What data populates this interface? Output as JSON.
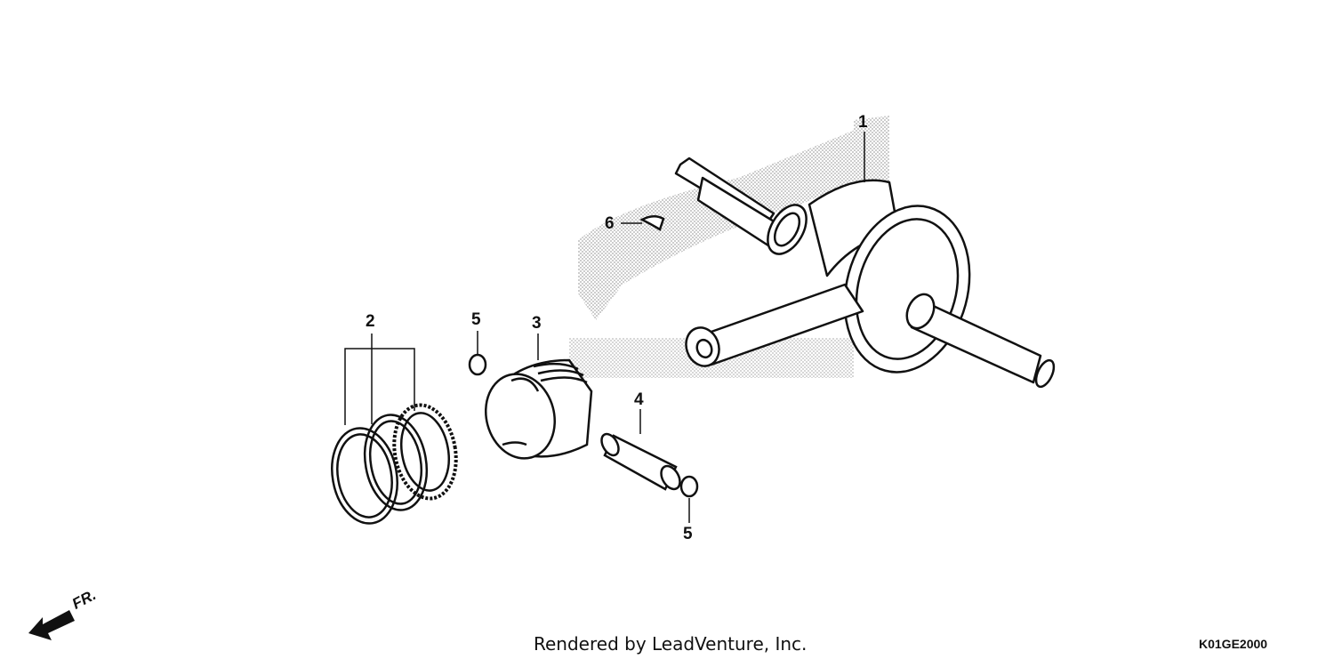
{
  "callouts": {
    "c1": "1",
    "c2": "2",
    "c3": "3",
    "c4": "4",
    "c5a": "5",
    "c5b": "5",
    "c6": "6"
  },
  "direction_label": "FR.",
  "credit": "Rendered by LeadVenture, Inc.",
  "diagram_code": "K01GE2000",
  "colors": {
    "line": "#111111",
    "watermark": "#c8c8c8"
  }
}
